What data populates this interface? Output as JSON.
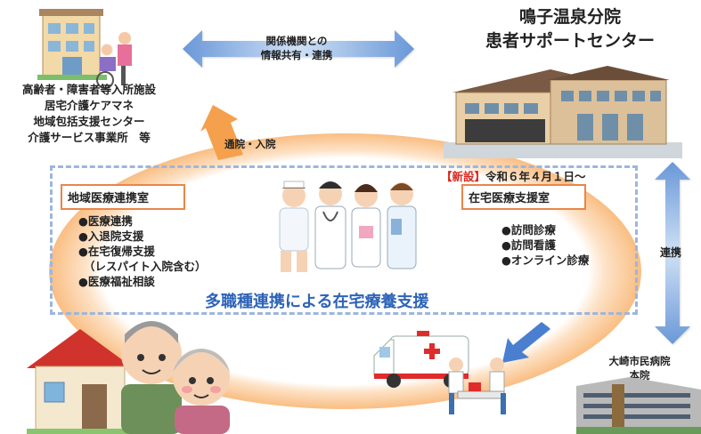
{
  "facilities": {
    "lines": [
      "高齢者・障害者等入所施設",
      "居宅介護ケアマネ",
      "地域包括支援センター",
      "介護サービス事業所　等"
    ]
  },
  "info_sharing": {
    "line1": "関係機関との",
    "line2": "情報共有・連携"
  },
  "branch": {
    "line1": "鳴子温泉分院",
    "line2": "患者サポートセンター"
  },
  "visit_label": "通院・入院",
  "new_badge": "【新設】",
  "new_date": "令和６年４月１日〜",
  "regional": {
    "title": "地域医療連携室",
    "items": [
      "●医療連携",
      "●入退院支援",
      "●在宅復帰支援",
      "（レスパイト入院含む）",
      "●医療福祉相談"
    ]
  },
  "home_care": {
    "title": "在宅医療支援室",
    "items": [
      "●訪問診療",
      "●訪問看護",
      "●オンライン診療"
    ]
  },
  "center_caption": "多職種連携による在宅療養支援",
  "renkei": "連携",
  "main_hospital": {
    "line1": "大崎市民病院",
    "line2": "本院"
  },
  "colors": {
    "orange": "#f4a04d",
    "blue_arrow": "#4a7fd0",
    "label_border": "#e8864a",
    "caption_blue": "#2d63b8"
  }
}
